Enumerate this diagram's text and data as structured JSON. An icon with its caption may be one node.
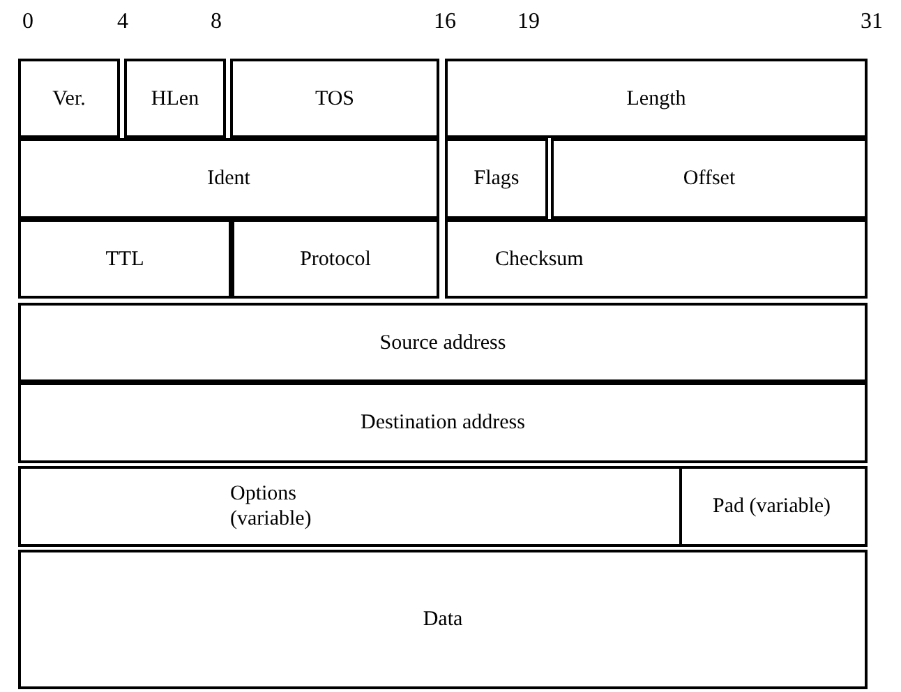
{
  "diagram": {
    "nodes": [
      {
        "text": [
          "Ver."
        ]
      },
      {
        "text": [
          "HLen"
        ]
      },
      {
        "text": [
          "TOS"
        ]
      },
      {
        "text": [
          "Length"
        ]
      },
      {
        "text": [
          "Ident"
        ]
      },
      {
        "text": [
          "Flags"
        ]
      },
      {
        "text": [
          "Offset"
        ]
      },
      {
        "text": [
          "TTL"
        ]
      },
      {
        "text": [
          "Protocol"
        ]
      },
      {
        "text": [
          "Checksum"
        ]
      },
      {
        "text": [
          "Source address"
        ]
      },
      {
        "text": [
          "Destination address"
        ]
      },
      {
        "text": [
          "Options (variable)"
        ]
      },
      {
        "text": [
          "Pad (variable)"
        ]
      },
      {
        "text": [
          "Data"
        ]
      }
    ],
    "labels": [
      "0",
      "4",
      "8",
      "16",
      "19",
      "31"
    ]
  }
}
